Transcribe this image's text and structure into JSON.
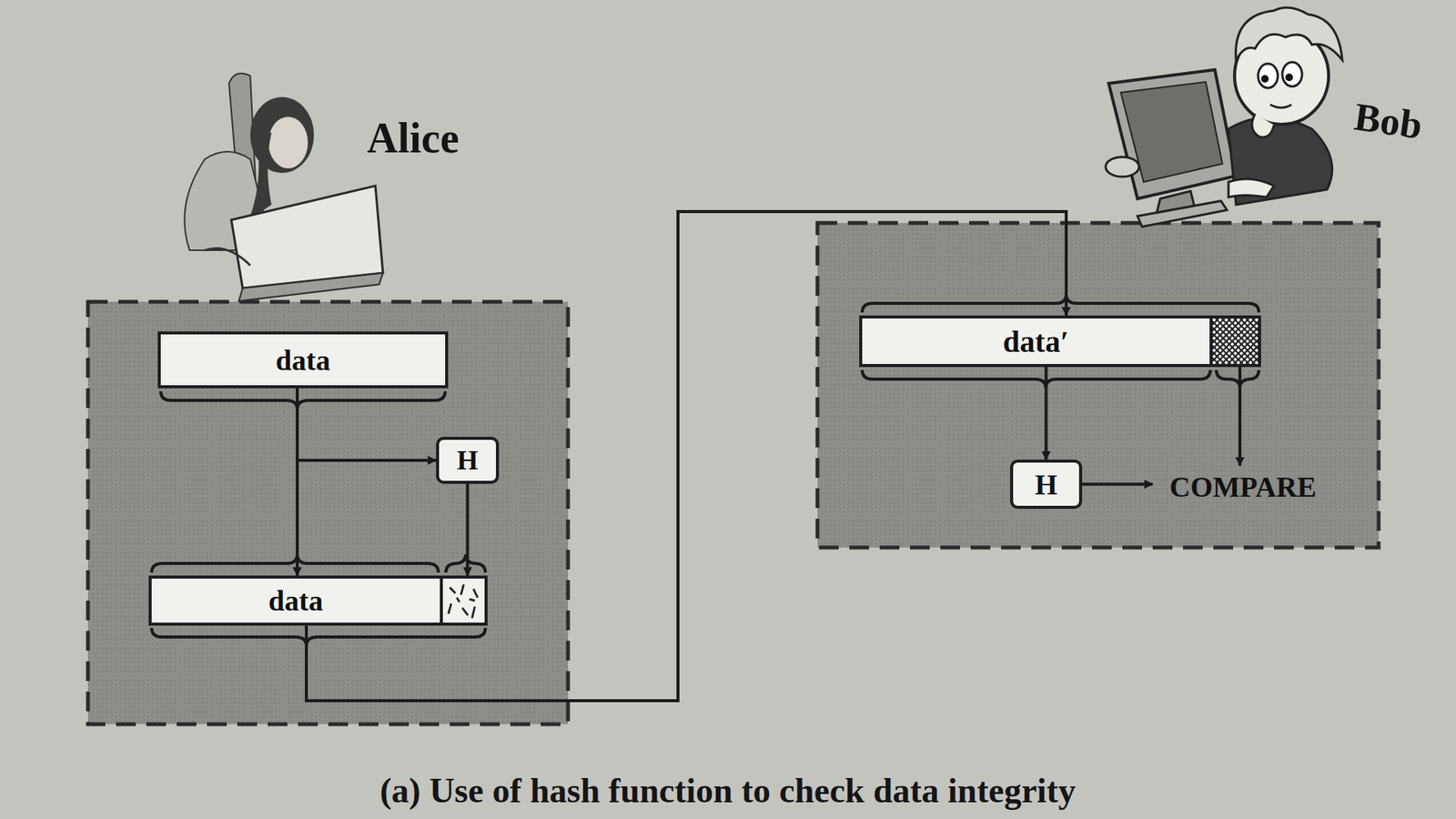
{
  "diagram": {
    "caption": "(a) Use of hash function to check data integrity",
    "nodes": [
      {
        "text": [
          "data"
        ]
      },
      {
        "text": [
          "H"
        ]
      },
      {
        "text": [
          "data"
        ]
      },
      {
        "text": [
          "data′"
        ]
      },
      {
        "text": [
          "H"
        ]
      },
      {
        "text": [
          "COMPARE"
        ]
      }
    ],
    "edges": [
      {
        "from": 0,
        "to": 1,
        "arrow": "to"
      },
      {
        "from": 0,
        "to": 2,
        "arrow": "to"
      },
      {
        "from": 1,
        "to": 2,
        "arrow": "to"
      },
      {
        "from": 2,
        "to": 3,
        "arrow": "to"
      },
      {
        "from": 3,
        "to": 4,
        "arrow": "to"
      },
      {
        "from": 4,
        "to": 5,
        "arrow": "to"
      },
      {
        "from": 3,
        "to": 5,
        "arrow": "to"
      }
    ],
    "labels": [
      "Alice",
      "Bob"
    ]
  }
}
